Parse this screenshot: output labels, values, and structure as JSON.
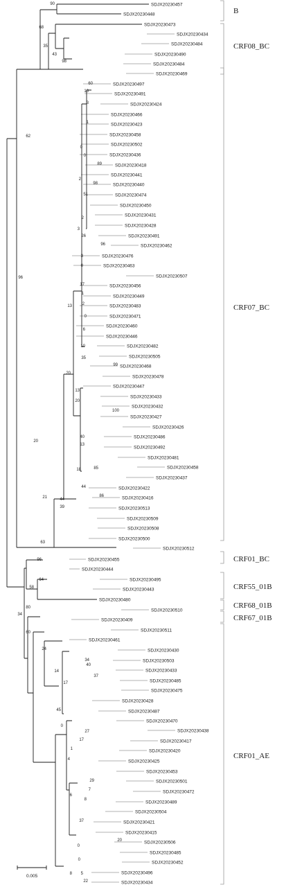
{
  "tree": {
    "scale_label": "0.005",
    "clades": [
      {
        "label": "B"
      },
      {
        "label": "CRF08_BC"
      },
      {
        "label": "CRF07_BC"
      },
      {
        "label": "CRF01_BC"
      },
      {
        "label": "CRF55_01B"
      },
      {
        "label": "CRF68_01B"
      },
      {
        "label": "CRF67_01B"
      },
      {
        "label": "CRF01_AE"
      }
    ],
    "leaves": [
      "SDJX20230457",
      "SDJX20230448",
      "SDJX20230473",
      "SDJX20230434",
      "SDJX20230484",
      "SDJX20230490",
      "SDJX20230484",
      "SDJX20230469",
      "SDJX20230497",
      "SDJX20230491",
      "SDJX20230424",
      "SDJX20230466",
      "SDJX20230423",
      "SDJX20230458",
      "SDJX20230502",
      "SDJX20230436",
      "SDJX20230418",
      "SDJX20230441",
      "SDJX20230440",
      "SDJX20230474",
      "SDJX20230450",
      "SDJX20230431",
      "SDJX20230428",
      "SDJX20230491",
      "SDJX20230462",
      "SDJX20230476",
      "SDJX20230463",
      "SDJX20230507",
      "SDJX20230456",
      "SDJX20230449",
      "SDJX20230483",
      "SDJX20230471",
      "SDJX20230460",
      "SDJX20230446",
      "SDJX20230482",
      "SDJX20230505",
      "SDJX20230468",
      "SDJX20230478",
      "SDJX20230447",
      "SDJX20230433",
      "SDJX20230432",
      "SDJX20230427",
      "SDJX20230426",
      "SDJX20230486",
      "SDJX20230492",
      "SDJX20230481",
      "SDJX20230458",
      "SDJX20230437",
      "SDJX20230422",
      "SDJX20230416",
      "SDJX20230513",
      "SDJX20230509",
      "SDJX20230508",
      "SDJX20230500",
      "SDJX20230512",
      "SDJX20230455",
      "SDJX20230444",
      "SDJX20230495",
      "SDJX20230443",
      "SDJX20230480",
      "SDJX20230510",
      "SDJX20230409",
      "SDJX20230511",
      "SDJX20230461",
      "SDJX20230430",
      "SDJX20230503",
      "SDJX20230433",
      "SDJX20230485",
      "SDJX20230475",
      "SDJX20230428",
      "SDJX20230487",
      "SDJX20230470",
      "SDJX20230438",
      "SDJX20230417",
      "SDJX20230420",
      "SDJX20230425",
      "SDJX20230453",
      "SDJX20230501",
      "SDJX20230472",
      "SDJX20230489",
      "SDJX20230504",
      "SDJX20230421",
      "SDJX20230415",
      "SDJX20230506",
      "SDJX20230485",
      "SDJX20230452",
      "SDJX20230496",
      "SDJX20230434"
    ],
    "bootstrap": [
      "90",
      "68",
      "35",
      "43",
      "98",
      "62",
      "96",
      "60",
      "16",
      "3",
      "1",
      "0",
      "0",
      "89",
      "2",
      "98",
      "51",
      "3",
      "2",
      "26",
      "96",
      "3",
      "0",
      "17",
      "13",
      "1",
      "2",
      "0",
      "6",
      "10",
      "35",
      "99",
      "20",
      "13",
      "20",
      "100",
      "20",
      "40",
      "13",
      "18",
      "85",
      "44",
      "86",
      "21",
      "44",
      "39",
      "63",
      "96",
      "64",
      "58",
      "80",
      "34",
      "60",
      "24",
      "14",
      "17",
      "34",
      "40",
      "37",
      "45",
      "0",
      "27",
      "17",
      "1",
      "4",
      "29",
      "7",
      "6",
      "8",
      "37",
      "0",
      "20",
      "0",
      "5",
      "8",
      "22"
    ]
  }
}
